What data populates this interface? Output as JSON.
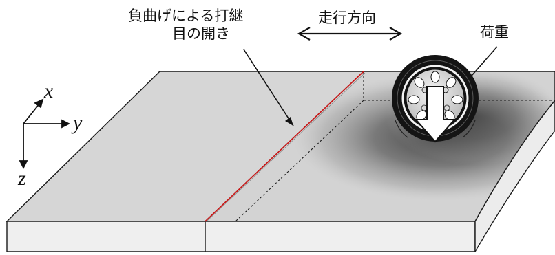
{
  "labels": {
    "joint_opening_line1": "負曲げによる打継",
    "joint_opening_line2": "目の開き",
    "travel_direction": "走行方向",
    "load": "荷重"
  },
  "axes": {
    "x": "x",
    "y": "y",
    "z": "z"
  },
  "colors": {
    "slab_top": "#d4d4d4",
    "slab_front": "#ececec",
    "joint_line": "#d01818",
    "tire": "#141414",
    "load_arrow": "#ffffff"
  },
  "icons": {
    "travel_arrow": "double-headed-arrow-icon",
    "load_arrow": "down-arrow-icon",
    "wheel": "tire-icon"
  }
}
